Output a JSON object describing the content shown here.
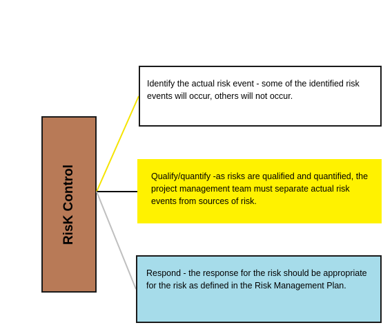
{
  "diagram": {
    "main": {
      "label": "RisK Control",
      "fill": "#b87a57"
    },
    "steps": [
      {
        "text": "Identify the actual risk event - some of the identified risk events will occur, others will not occur.",
        "fill": "#ffffff",
        "connector_color": "#f5e400"
      },
      {
        "text": "Qualify/quantify -as risks are qualified and quantified, the project management team must separate actual risk events from sources of risk.",
        "fill": "#fff200",
        "connector_color": "#000000"
      },
      {
        "text": "Respond - the response for the risk should be appropriate for the risk as defined in the Risk Management Plan.",
        "fill": "#a6dcea",
        "connector_color": "#bfbfbf"
      }
    ]
  }
}
